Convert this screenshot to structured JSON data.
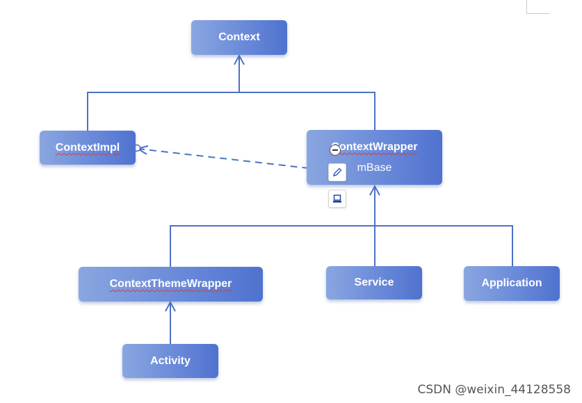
{
  "diagram": {
    "nodes": {
      "context": "Context",
      "context_impl": "ContextImpl",
      "context_wrapper": "ContextWrapper",
      "context_wrapper_sub": "mBase",
      "context_theme_wrapper": "ContextThemeWrapper",
      "service": "Service",
      "application": "Application",
      "activity": "Activity"
    }
  },
  "watermark": "CSDN @weixin_44128558",
  "toolbar": {
    "minus_icon": "minus-circle-icon",
    "pen_icon": "pen-icon",
    "laptop_icon": "laptop-icon"
  }
}
